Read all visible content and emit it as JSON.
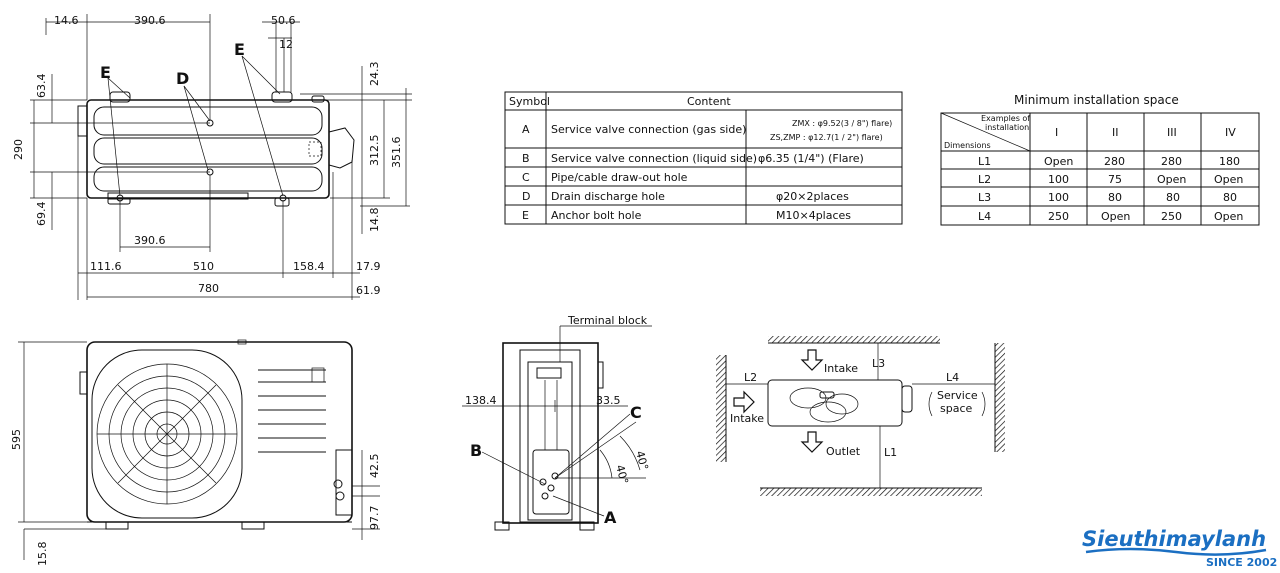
{
  "top_view": {
    "dims": {
      "top_left_offset": "14.6",
      "top_width": "390.6",
      "top_right_width": "50.6",
      "top_right_inner": "12",
      "left_upper": "63.4",
      "left_height": "290",
      "left_lower": "69.4",
      "right_top": "24.3",
      "right_mid": "312.5",
      "right_total": "351.6",
      "right_bottom": "14.8",
      "bottom_inner_width": "390.6",
      "bottom_a": "111.6",
      "bottom_b": "510",
      "bottom_c": "158.4",
      "bottom_d": "17.9",
      "bottom_total": "780",
      "bottom_e": "61.9"
    },
    "labels": {
      "e1": "E",
      "d": "D",
      "e2": "E"
    }
  },
  "front_view": {
    "dims": {
      "height": "595",
      "right_upper": "42.5",
      "right_lower": "97.7",
      "bottom_left": "15.8"
    }
  },
  "side_view": {
    "terminal_block": "Terminal block",
    "dims": {
      "left": "138.4",
      "right": "33.5",
      "angle1": "40°",
      "angle2": "40°"
    },
    "labels": {
      "b": "B",
      "c": "C",
      "a": "A"
    }
  },
  "spec_table": {
    "headers": [
      "Symbol",
      "Content"
    ],
    "rows": [
      {
        "symbol": "A",
        "content": "Service valve connection (gas side)",
        "value_line1": "ZMX : φ9.52(3 / 8\") flare)",
        "value_line2": "ZS,ZMP : φ12.7(1 / 2\") flare)"
      },
      {
        "symbol": "B",
        "content": "Service valve connection (liquid side)",
        "value": "φ6.35 (1/4\") (Flare)"
      },
      {
        "symbol": "C",
        "content": "Pipe/cable draw-out hole",
        "value": ""
      },
      {
        "symbol": "D",
        "content": "Drain discharge hole",
        "value": "φ20×2places"
      },
      {
        "symbol": "E",
        "content": "Anchor bolt hole",
        "value": "M10×4places"
      }
    ]
  },
  "install_space": {
    "title": "Minimum installation space",
    "corner_top_line1": "Examples of",
    "corner_top_line2": "installation",
    "corner_bottom": "Dimensions",
    "columns": [
      "I",
      "II",
      "III",
      "IV"
    ],
    "rows": [
      {
        "name": "L1",
        "values": [
          "Open",
          "280",
          "280",
          "180"
        ]
      },
      {
        "name": "L2",
        "values": [
          "100",
          "75",
          "Open",
          "Open"
        ]
      },
      {
        "name": "L3",
        "values": [
          "100",
          "80",
          "80",
          "80"
        ]
      },
      {
        "name": "L4",
        "values": [
          "250",
          "Open",
          "250",
          "Open"
        ]
      }
    ]
  },
  "space_diagram": {
    "intake_top": "Intake",
    "intake_left": "Intake",
    "outlet": "Outlet",
    "service_line1": "Service",
    "service_line2": "space",
    "l1": "L1",
    "l2": "L2",
    "l3": "L3",
    "l4": "L4"
  },
  "logo": {
    "name": "Sieuthimaylanh",
    "tagline": "SINCE 2002",
    "color": "#1b6fc2"
  }
}
